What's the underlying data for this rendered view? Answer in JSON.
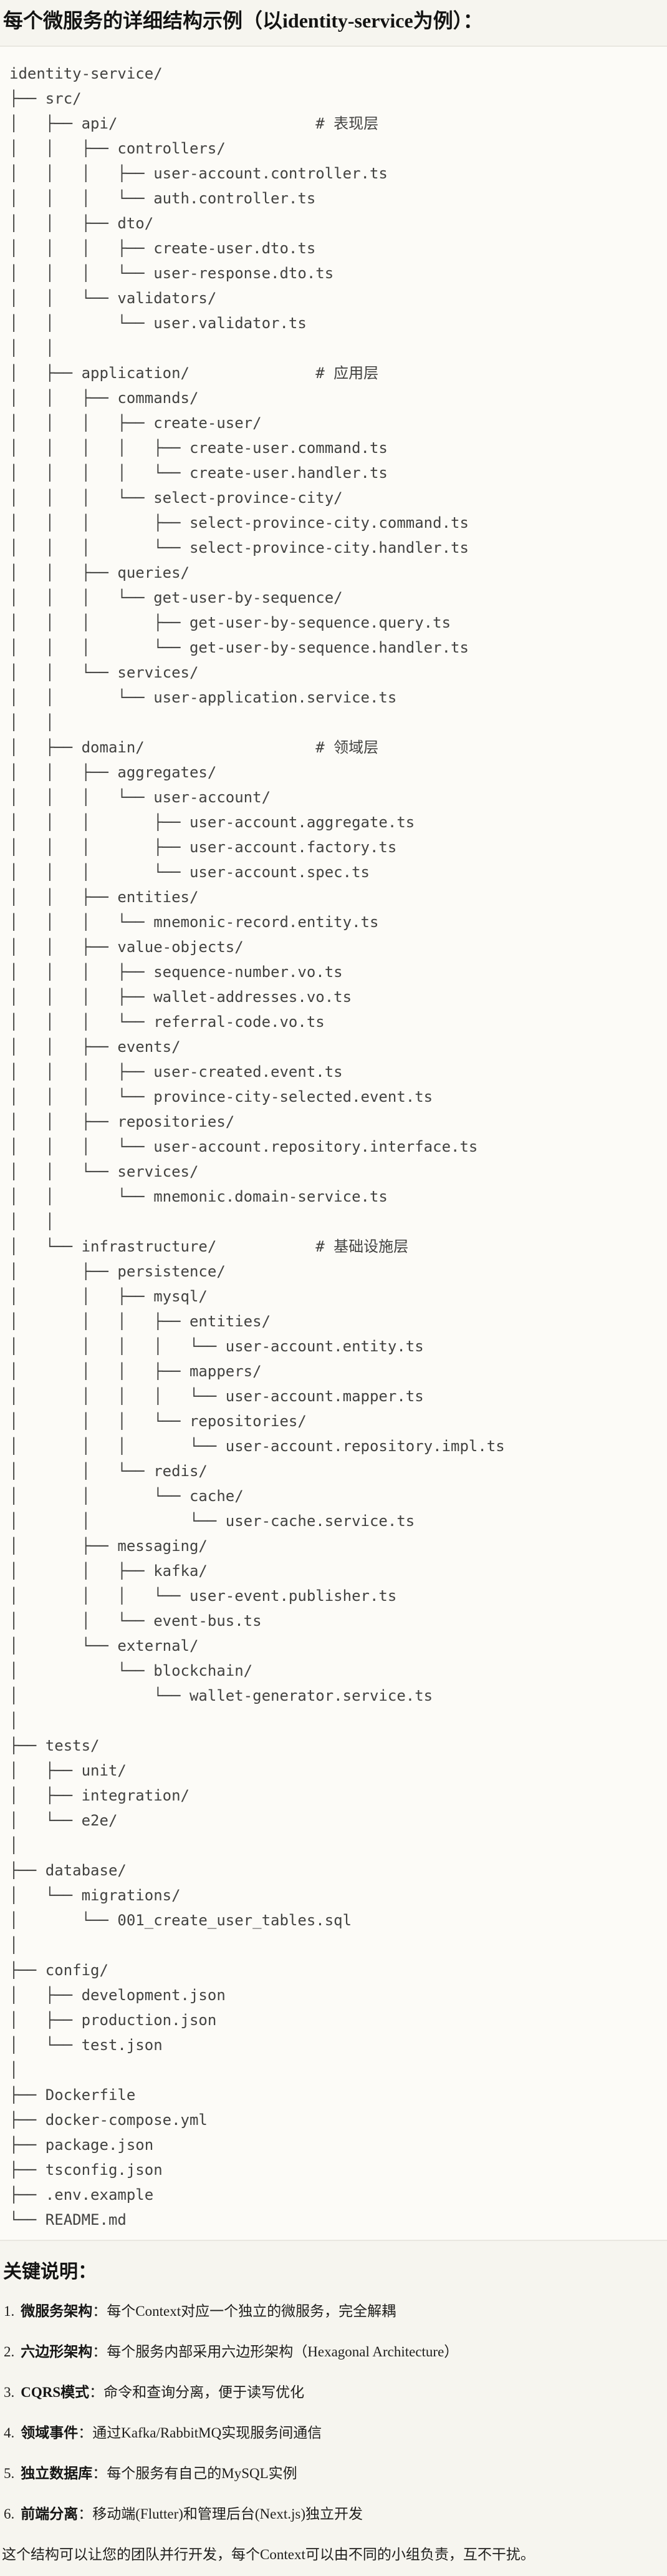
{
  "page": {
    "title": "每个微服务的详细结构示例（以identity-service为例）："
  },
  "code_block": {
    "language": "plaintext-tree",
    "lines": [
      "identity-service/",
      "├── src/",
      "│   ├── api/                      # 表现层",
      "│   │   ├── controllers/",
      "│   │   │   ├── user-account.controller.ts",
      "│   │   │   └── auth.controller.ts",
      "│   │   ├── dto/",
      "│   │   │   ├── create-user.dto.ts",
      "│   │   │   └── user-response.dto.ts",
      "│   │   └── validators/",
      "│   │       └── user.validator.ts",
      "│   │",
      "│   ├── application/              # 应用层",
      "│   │   ├── commands/",
      "│   │   │   ├── create-user/",
      "│   │   │   │   ├── create-user.command.ts",
      "│   │   │   │   └── create-user.handler.ts",
      "│   │   │   └── select-province-city/",
      "│   │   │       ├── select-province-city.command.ts",
      "│   │   │       └── select-province-city.handler.ts",
      "│   │   ├── queries/",
      "│   │   │   └── get-user-by-sequence/",
      "│   │   │       ├── get-user-by-sequence.query.ts",
      "│   │   │       └── get-user-by-sequence.handler.ts",
      "│   │   └── services/",
      "│   │       └── user-application.service.ts",
      "│   │",
      "│   ├── domain/                   # 领域层",
      "│   │   ├── aggregates/",
      "│   │   │   └── user-account/",
      "│   │   │       ├── user-account.aggregate.ts",
      "│   │   │       ├── user-account.factory.ts",
      "│   │   │       └── user-account.spec.ts",
      "│   │   ├── entities/",
      "│   │   │   └── mnemonic-record.entity.ts",
      "│   │   ├── value-objects/",
      "│   │   │   ├── sequence-number.vo.ts",
      "│   │   │   ├── wallet-addresses.vo.ts",
      "│   │   │   └── referral-code.vo.ts",
      "│   │   ├── events/",
      "│   │   │   ├── user-created.event.ts",
      "│   │   │   └── province-city-selected.event.ts",
      "│   │   ├── repositories/",
      "│   │   │   └── user-account.repository.interface.ts",
      "│   │   └── services/",
      "│   │       └── mnemonic.domain-service.ts",
      "│   │",
      "│   └── infrastructure/           # 基础设施层",
      "│       ├── persistence/",
      "│       │   ├── mysql/",
      "│       │   │   ├── entities/",
      "│       │   │   │   └── user-account.entity.ts",
      "│       │   │   ├── mappers/",
      "│       │   │   │   └── user-account.mapper.ts",
      "│       │   │   └── repositories/",
      "│       │   │       └── user-account.repository.impl.ts",
      "│       │   └── redis/",
      "│       │       └── cache/",
      "│       │           └── user-cache.service.ts",
      "│       ├── messaging/",
      "│       │   ├── kafka/",
      "│       │   │   └── user-event.publisher.ts",
      "│       │   └── event-bus.ts",
      "│       └── external/",
      "│           └── blockchain/",
      "│               └── wallet-generator.service.ts",
      "│",
      "├── tests/",
      "│   ├── unit/",
      "│   ├── integration/",
      "│   └── e2e/",
      "│",
      "├── database/",
      "│   └── migrations/",
      "│       └── 001_create_user_tables.sql",
      "│",
      "├── config/",
      "│   ├── development.json",
      "│   ├── production.json",
      "│   └── test.json",
      "│",
      "├── Dockerfile",
      "├── docker-compose.yml",
      "├── package.json",
      "├── tsconfig.json",
      "├── .env.example",
      "└── README.md"
    ]
  },
  "notes": {
    "heading": "关键说明：",
    "items": [
      {
        "num": "1.",
        "term": "微服务架构",
        "sep": "：",
        "desc": "每个Context对应一个独立的微服务，完全解耦"
      },
      {
        "num": "2.",
        "term": "六边形架构",
        "sep": "：",
        "desc": "每个服务内部采用六边形架构（Hexagonal Architecture）"
      },
      {
        "num": "3.",
        "term": "CQRS模式",
        "sep": "：",
        "desc": "命令和查询分离，便于读写优化"
      },
      {
        "num": "4.",
        "term": "领域事件",
        "sep": "：",
        "desc": "通过Kafka/RabbitMQ实现服务间通信"
      },
      {
        "num": "5.",
        "term": "独立数据库",
        "sep": "：",
        "desc": "每个服务有自己的MySQL实例"
      },
      {
        "num": "6.",
        "term": "前端分离",
        "sep": "：",
        "desc": "移动端(Flutter)和管理后台(Next.js)独立开发"
      }
    ],
    "footer": "这个结构可以让您的团队并行开发，每个Context可以由不同的小组负责，互不干扰。"
  },
  "colors": {
    "page_background": "#f6f5ef",
    "code_background": "#fcfbf7",
    "code_border": "#e9e7e0",
    "code_text": "#424240",
    "heading_text": "#141413",
    "body_text": "#1f1e1c"
  }
}
